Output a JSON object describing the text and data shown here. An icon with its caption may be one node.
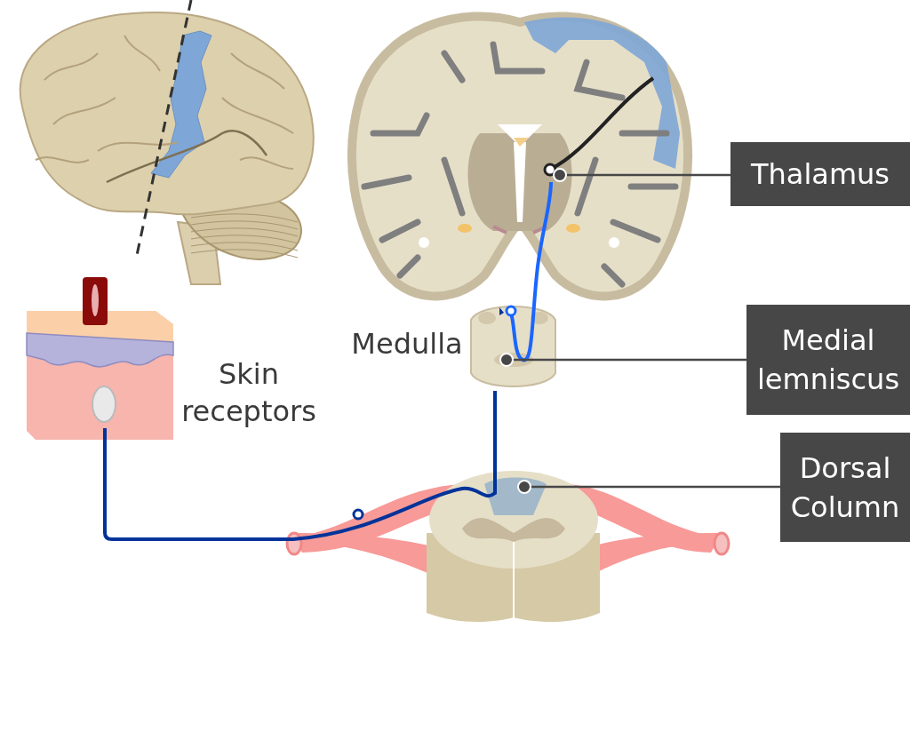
{
  "diagram": {
    "nodes": [
      {
        "text": [
          "Thalamus"
        ]
      },
      {
        "text": [],
        "shape": "circle"
      },
      {
        "text": [
          "Medial lemniscus"
        ]
      },
      {
        "text": [],
        "shape": "circle"
      },
      {
        "text": [
          "Dorsal Column"
        ]
      },
      {
        "text": [],
        "shape": "circle"
      }
    ],
    "edges": [
      {
        "from": 0,
        "to": 1,
        "arrow": "none"
      },
      {
        "from": 2,
        "to": 3,
        "arrow": "none"
      },
      {
        "from": 4,
        "to": 5,
        "arrow": "none"
      }
    ],
    "labels": [
      "Medulla",
      "Skin receptors"
    ]
  }
}
